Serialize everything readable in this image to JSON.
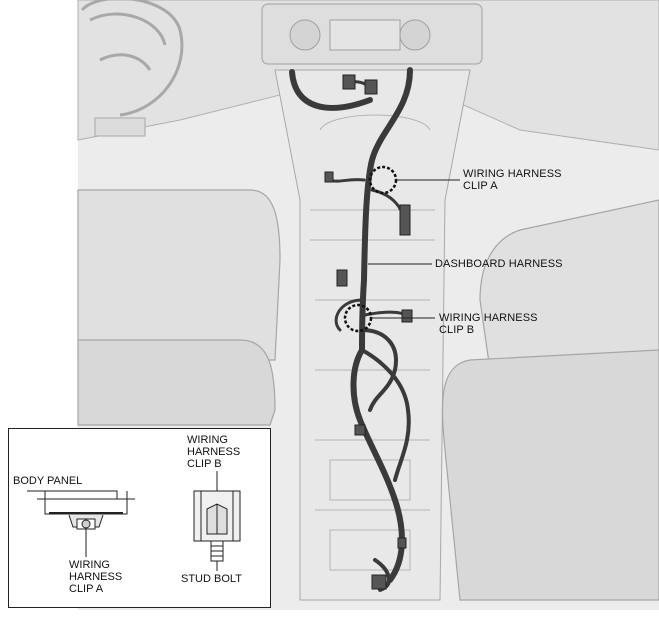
{
  "callouts": {
    "clip_a": "WIRING HARNESS\nCLIP A",
    "dashboard": "DASHBOARD HARNESS",
    "clip_b": "WIRING HARNESS\nCLIP B"
  },
  "inset": {
    "clip_b_top": "WIRING\nHARNESS\nCLIP B",
    "body_panel": "BODY PANEL",
    "clip_a_bottom": "WIRING\nHARNESS\nCLIP A",
    "stud_bolt": "STUD BOLT"
  },
  "colors": {
    "interior_fill": "#e6e6e6",
    "interior_line": "#9a9a9a",
    "harness": "#3a3a3a",
    "leader": "#222222"
  }
}
